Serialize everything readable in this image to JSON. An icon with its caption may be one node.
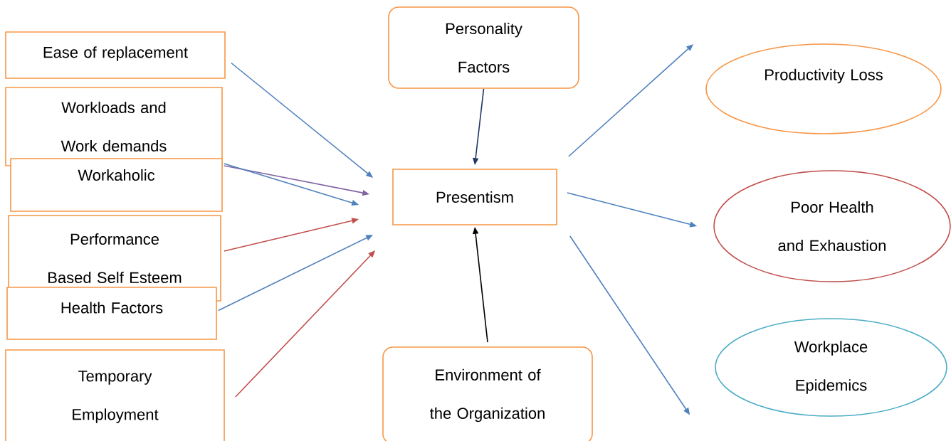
{
  "diagram": {
    "nodes": [
      {
        "text": [
          "Ease of replacement"
        ]
      },
      {
        "text": [
          "Workloads and Work demands"
        ]
      },
      {
        "text": [
          "Workaholic"
        ]
      },
      {
        "text": [
          "Performance Based Self Esteem"
        ]
      },
      {
        "text": [
          "Health Factors"
        ]
      },
      {
        "text": [
          "Temporary Employment"
        ]
      },
      {
        "text": [
          "Personality Factors"
        ]
      },
      {
        "text": [
          "Presentism"
        ]
      },
      {
        "text": [
          "Environment of the Organization"
        ]
      },
      {
        "text": [
          "Productivity Loss"
        ]
      },
      {
        "text": [
          "Poor Health and Exhaustion"
        ]
      },
      {
        "text": [
          "Workplace Epidemics"
        ]
      }
    ],
    "edges": [
      {
        "from": 0,
        "to": 7,
        "arrow": "to"
      },
      {
        "from": 1,
        "to": 7,
        "arrow": "to",
        "color": "#8064a2"
      },
      {
        "from": 2,
        "to": 7,
        "arrow": "to"
      },
      {
        "from": 3,
        "to": 7,
        "arrow": "to",
        "color": "#c0504d"
      },
      {
        "from": 4,
        "to": 7,
        "arrow": "to"
      },
      {
        "from": 5,
        "to": 7,
        "arrow": "to",
        "color": "#c0504d"
      },
      {
        "from": 6,
        "to": 7,
        "arrow": "to",
        "color": "#1f3864"
      },
      {
        "from": 8,
        "to": 7,
        "arrow": "to",
        "color": "#000000"
      },
      {
        "from": 7,
        "to": 9,
        "arrow": "to"
      },
      {
        "from": 7,
        "to": 10,
        "arrow": "to"
      },
      {
        "from": 7,
        "to": 11,
        "arrow": "to"
      }
    ]
  }
}
